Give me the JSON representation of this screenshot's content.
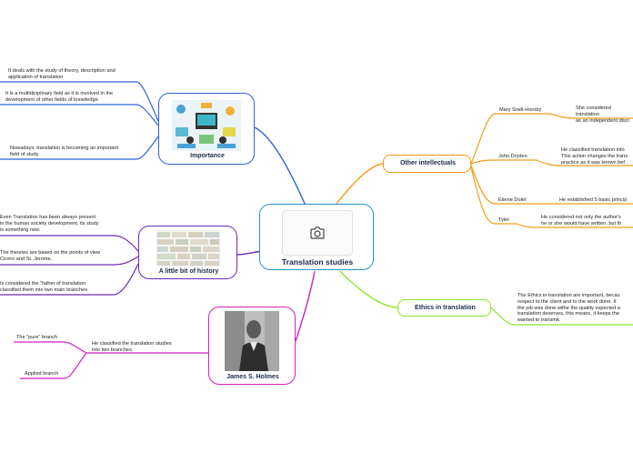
{
  "central": {
    "title": "Translation studies",
    "icon": "camera-icon"
  },
  "branches": {
    "importance": {
      "title": "Importance",
      "color": "#2f63d6",
      "notes": [
        "It deals with the study of theory, description and\napplication of translation",
        "It is a multidiciplinary field as it is involved in the\ndevelopment of other fields of knowledge.",
        "Nowadays, translation is becoming an important\nfield of study."
      ]
    },
    "history": {
      "title": "A little bit of history",
      "color": "#6a2bb8",
      "notes": [
        "Even Translation has been always present\nin the human society development, its study\nis something new.",
        "The theories are based on the points of view\nCicero and St. Jerome.",
        "Is considered the \"father of translation\nclassified them into two main branches."
      ]
    },
    "holmes": {
      "title": "James S. Holmes",
      "color": "#d21fc2",
      "note": "He classified the translation studies\ninto two branches.",
      "subs": [
        "The \"pure\" branch",
        "Applied branch"
      ]
    },
    "others": {
      "title": "Other intellectuals",
      "color": "#f39b16",
      "people": [
        {
          "name": "Mary Snell-Hornby",
          "note": "She considered translation\nas an independent disci"
        },
        {
          "name": "John Dryden",
          "note": "He classified translation into\nThis action changes the trans\npractice as it was known bef"
        },
        {
          "name": "Etiene Dolet",
          "note": "He established 5 basic princip"
        },
        {
          "name": "Tyler",
          "note": "He considered not only the author's\nhe or she would have written, but th"
        }
      ]
    },
    "ethics": {
      "title": "Ethics in translation",
      "color": "#8ee62a",
      "note": "The Ethics in translation are important, becau\nrespect to the client and to the work done. It\nthe job was done withe the quality expected a\ntranslation deserves, this means, it keeps the\nwanted to transmit."
    }
  }
}
